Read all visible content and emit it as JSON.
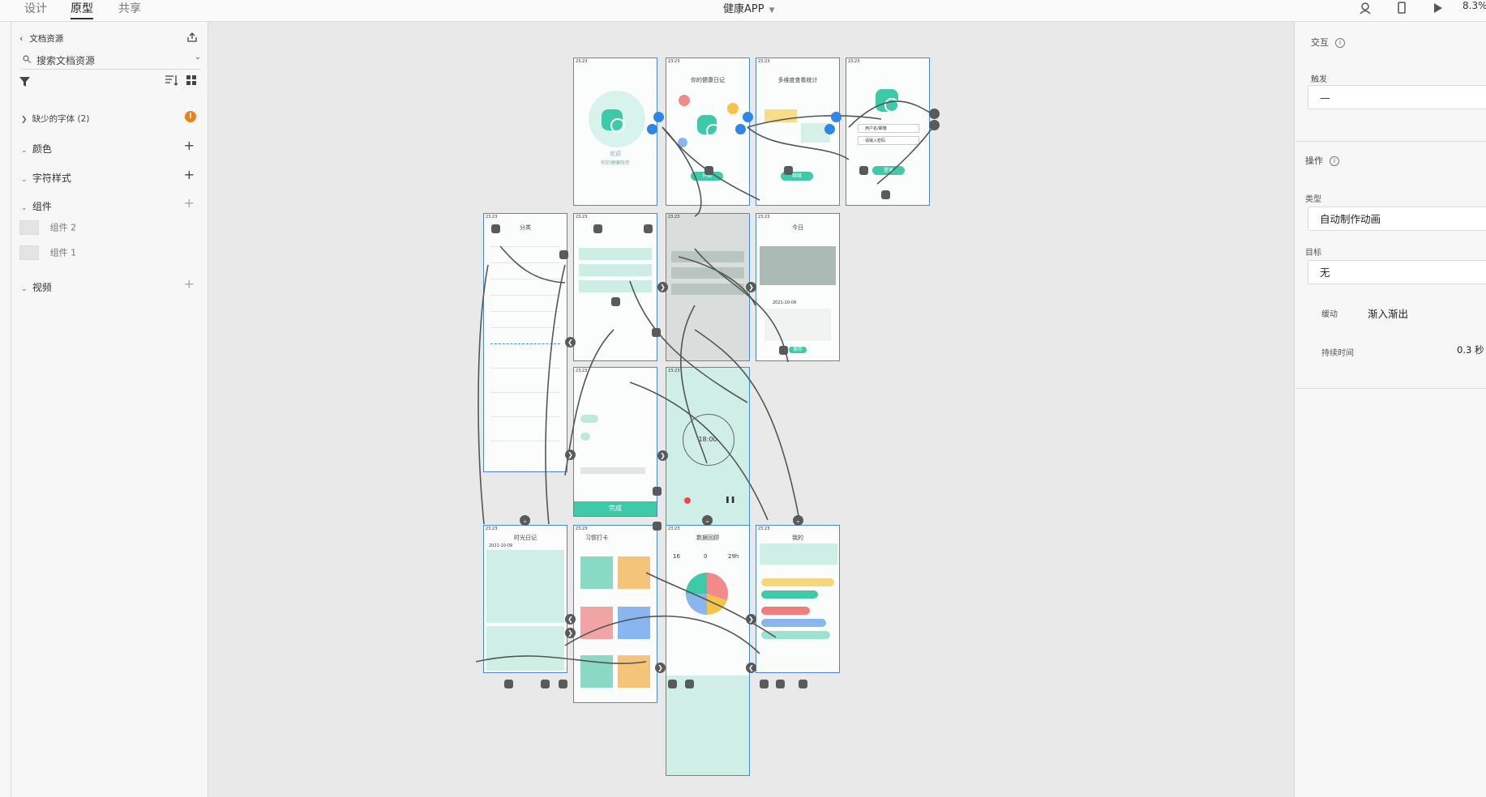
{
  "topbar": {
    "tabs": [
      "设计",
      "原型",
      "共享"
    ],
    "active_tab": "原型",
    "document_title": "健康APP",
    "zoom": "8.3%"
  },
  "left_panel": {
    "back_label": "文档资源",
    "search_placeholder": "搜索文档资源",
    "missing_fonts": "缺少的字体 (2)",
    "sections": {
      "colors": "颜色",
      "char_styles": "字符样式",
      "components": "组件",
      "video": "视频"
    },
    "components": [
      "组件 2",
      "组件 1"
    ]
  },
  "canvas": {
    "status_time": "23:23",
    "artboards": {
      "welcome": {
        "line1": "欢迎",
        "line2": "你的健康陪伴"
      },
      "intro1": {
        "title": "你的健康日记",
        "button": "开始"
      },
      "intro2": {
        "title": "多维度查看统计",
        "button": "继续"
      },
      "login": {
        "user_placeholder": "用户名/邮箱",
        "pass_placeholder": "请输入密码",
        "button": "登录"
      },
      "category": {
        "title": "分类"
      },
      "today": {
        "title": "今日"
      },
      "record": {
        "date": "2021-10-09",
        "button": "保存"
      },
      "timer": {
        "time": "18:00"
      },
      "edit": {
        "button": "完成"
      },
      "calendar": {
        "title": "时光日记",
        "date": "2021-10-09"
      },
      "habits": {
        "title": "习惯打卡"
      },
      "stats": {
        "title": "数据回顾",
        "values": [
          "16",
          "0",
          "29h"
        ]
      },
      "mine": {
        "title": "我的"
      }
    }
  },
  "right_panel": {
    "interaction_title": "交互",
    "trigger_label": "触发",
    "trigger_value": "—",
    "action_label": "操作",
    "type_label": "类型",
    "type_value": "自动制作动画",
    "target_label": "目标",
    "target_value": "无",
    "easing_label": "缓动",
    "easing_value": "渐入渐出",
    "duration_label": "持续时间",
    "duration_value": "0.3 秒"
  },
  "colors": {
    "accent": "#3ec9a8",
    "selection": "#4a88d8",
    "wire": "#555555"
  }
}
